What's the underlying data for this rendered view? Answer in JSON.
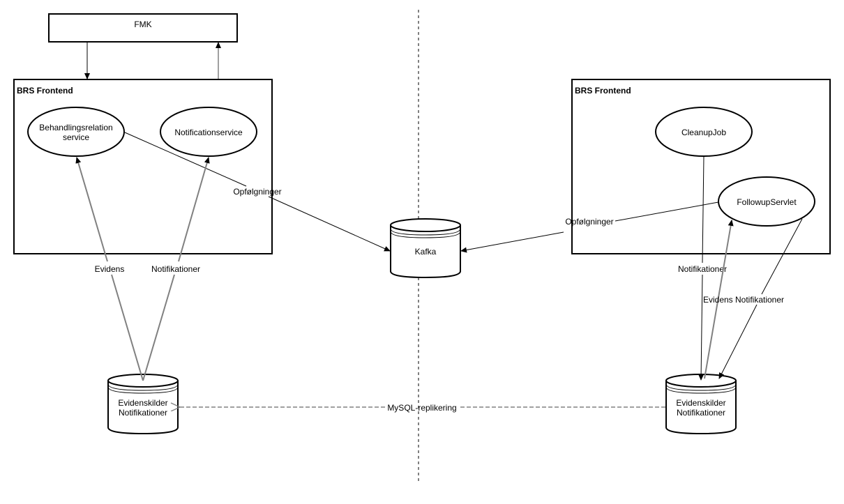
{
  "diagram": {
    "colors": {
      "stroke": "#000000",
      "grey_arrow": "#808080",
      "divider": "#808080",
      "background": "#ffffff"
    },
    "fmk": {
      "label": "FMK"
    },
    "left_container": {
      "title": "BRS Frontend",
      "nodes": {
        "behandlingsrelation": {
          "line1": "Behandlingsrelation",
          "line2": "service"
        },
        "notificationservice": {
          "label": "Notificationservice"
        }
      }
    },
    "right_container": {
      "title": "BRS Frontend",
      "nodes": {
        "cleanupjob": {
          "label": "CleanupJob"
        },
        "followupservlet": {
          "label": "FollowupServlet"
        }
      }
    },
    "kafka": {
      "label": "Kafka"
    },
    "left_db": {
      "line1": "Evidenskilder",
      "line2": "Notifikationer"
    },
    "right_db": {
      "line1": "Evidenskilder",
      "line2": "Notifikationer"
    },
    "edges": {
      "left_opfolgninger": "Opfølgninger",
      "right_opfolgninger": "Opfølgninger",
      "left_evidens": "Evidens",
      "left_notifikationer": "Notifikationer",
      "right_notifikationer": "Notifikationer",
      "right_evidens_notifikationer": "Evidens Notifikationer",
      "mysql_replikering": "MySQL-replikering"
    }
  }
}
